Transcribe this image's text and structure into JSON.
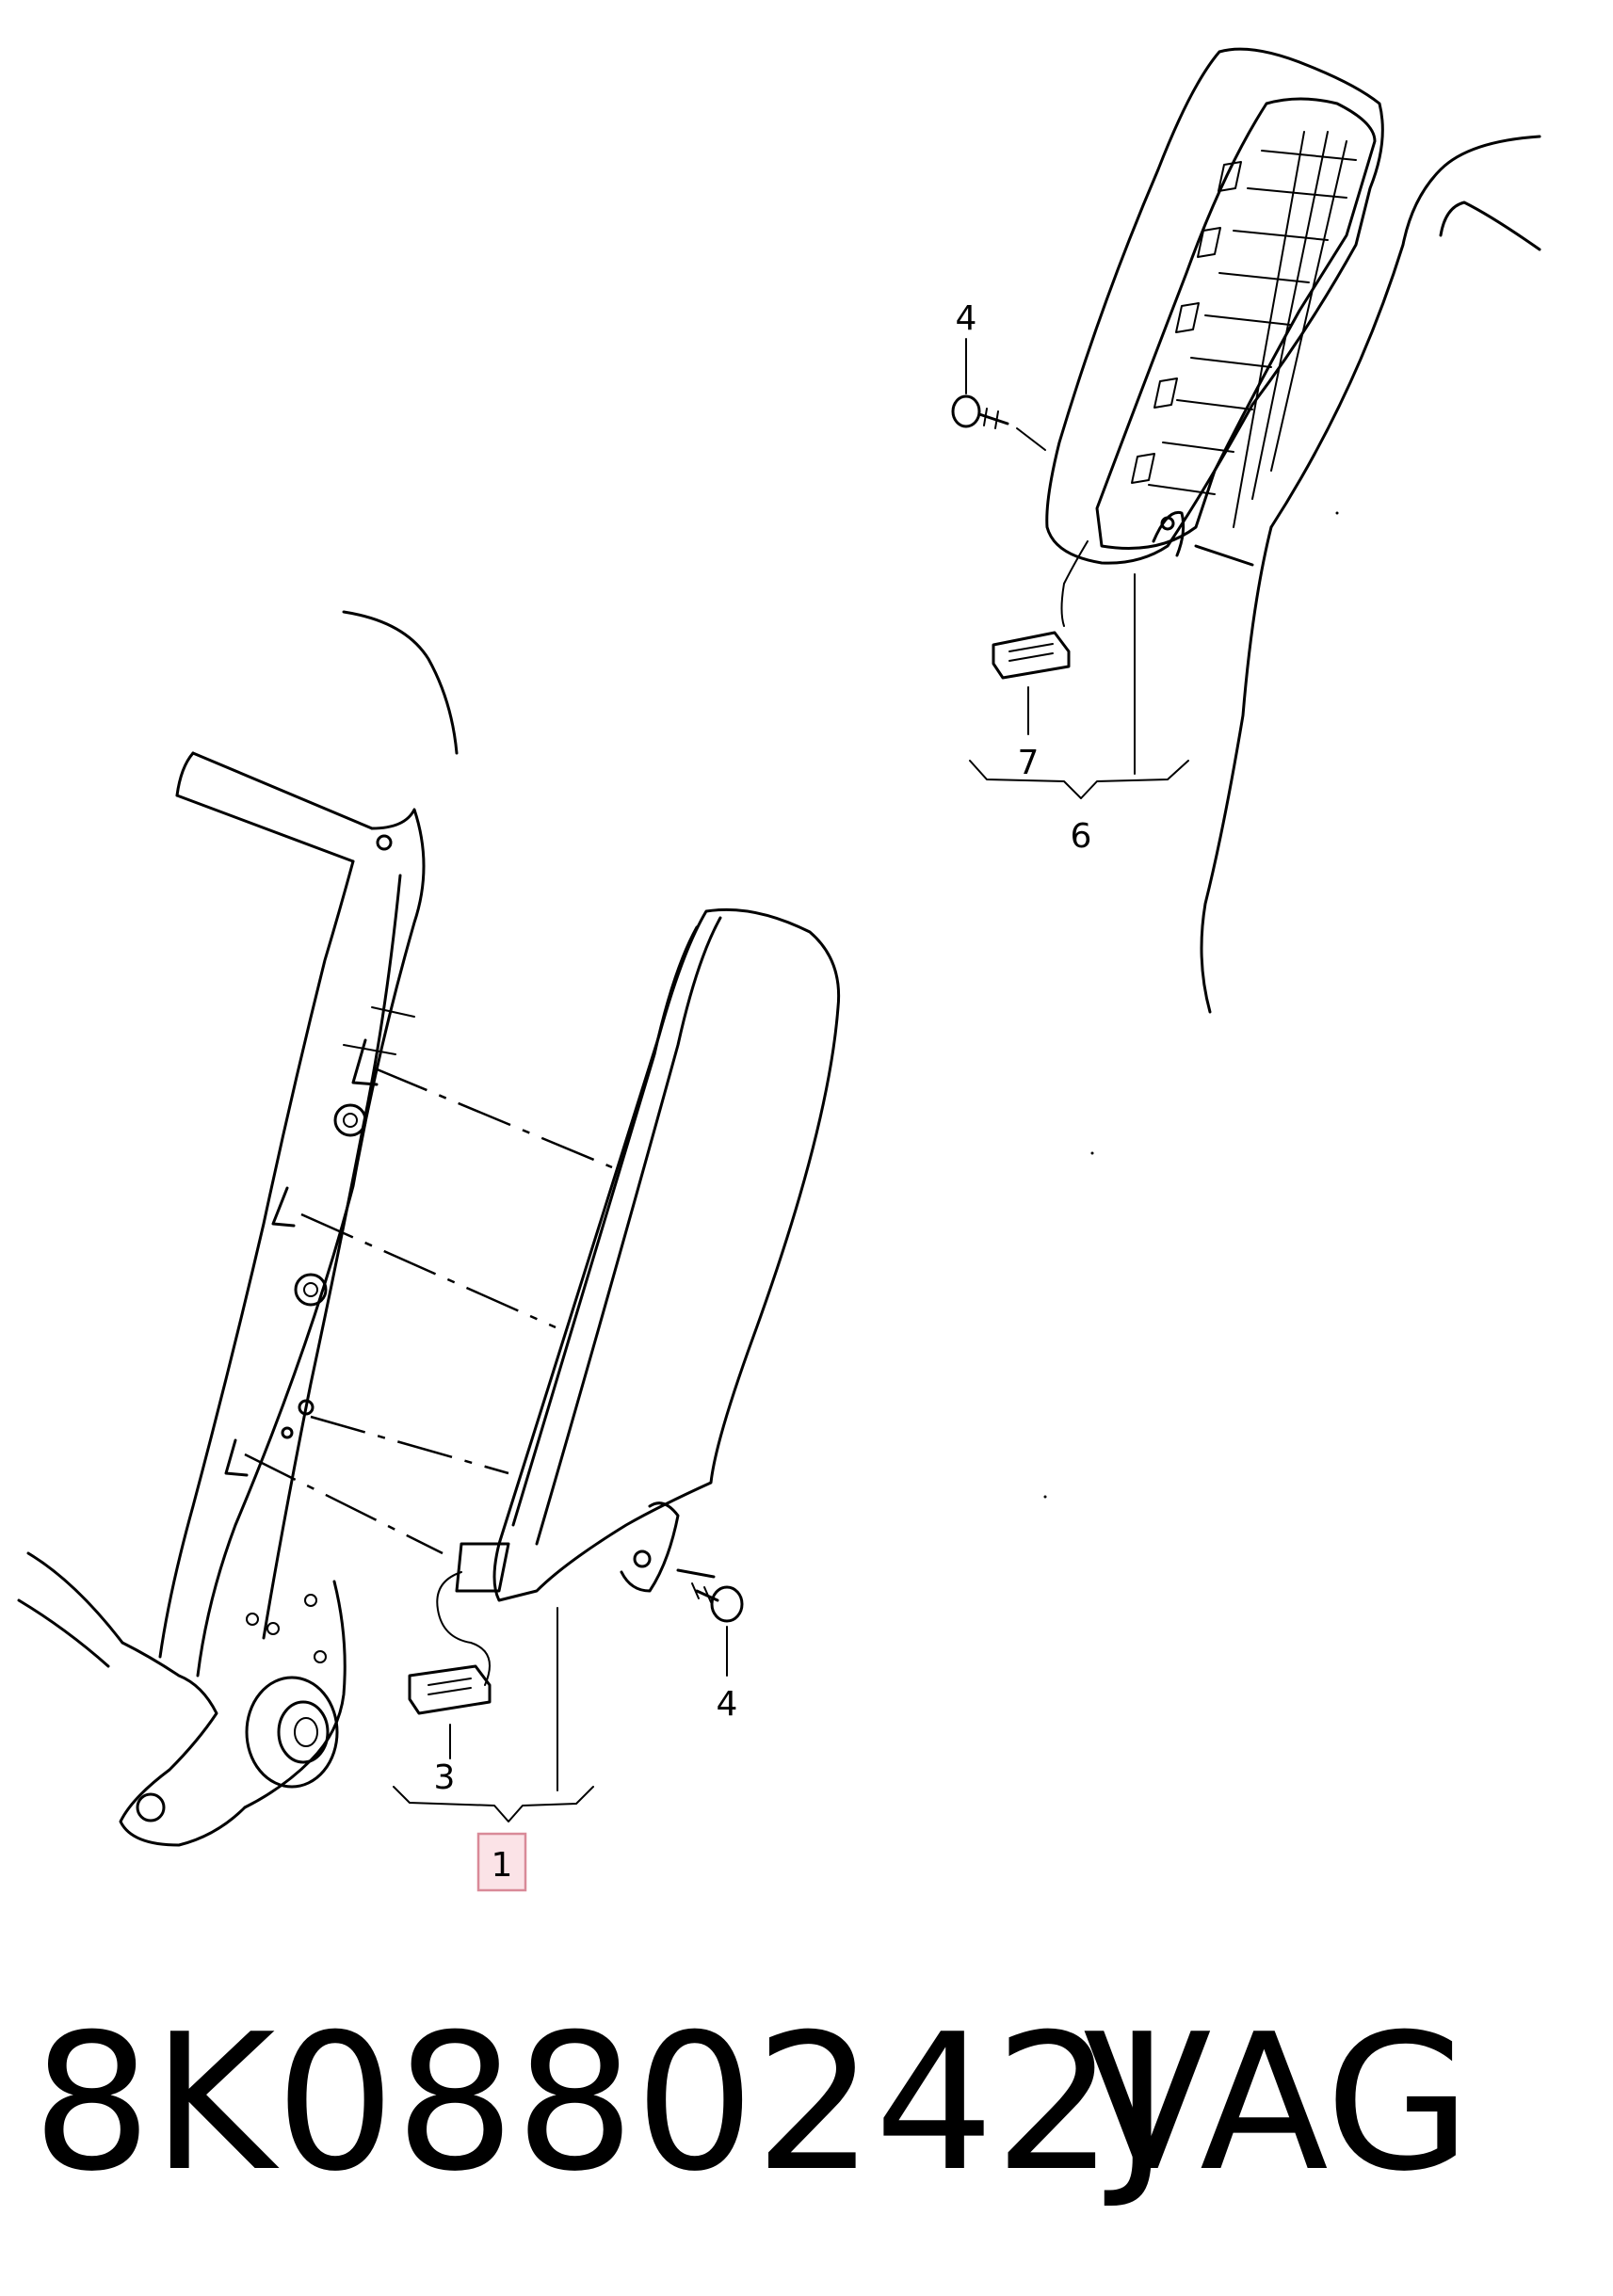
{
  "callouts": {
    "c1": "1",
    "c3": "3",
    "c4_left": "4",
    "c4_right": "4",
    "c6": "6",
    "c7": "7"
  },
  "footer": {
    "part_number": "8K0880242J",
    "brand": "VAG"
  },
  "highlight_color": "#d98a98"
}
